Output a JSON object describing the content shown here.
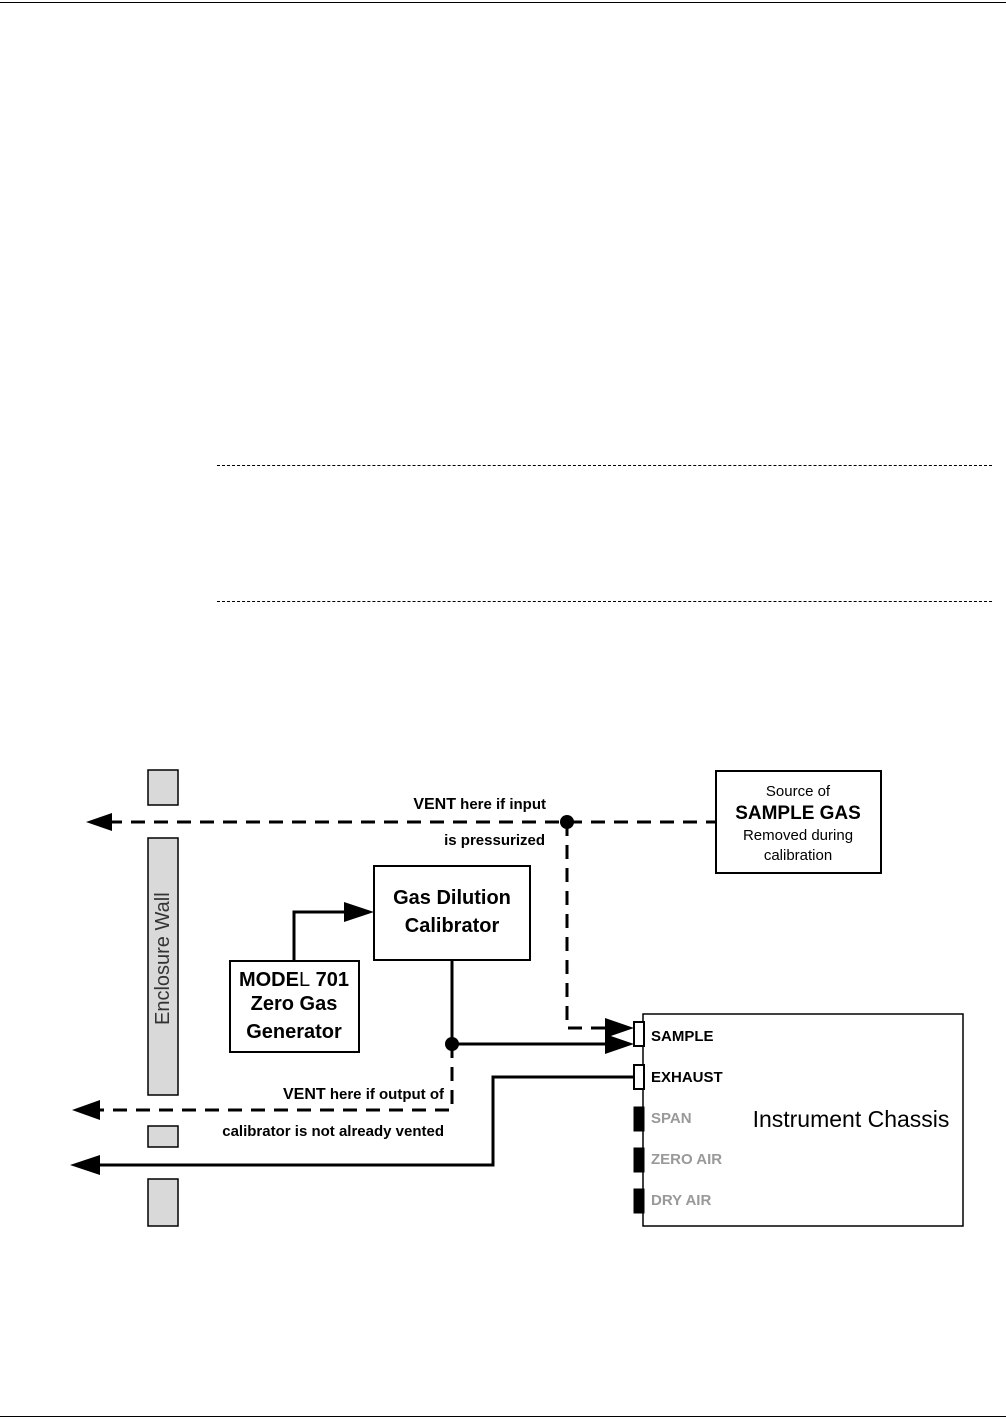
{
  "diagram": {
    "enclosure_wall_label": "Enclosure Wall",
    "source_box": {
      "line1": "Source of",
      "line2": "SAMPLE GAS",
      "line3": "Removed during",
      "line4": "calibration"
    },
    "vent_top": {
      "bold": "VENT",
      "rest": " here if input",
      "line2": "is pressurized"
    },
    "calibrator_box": {
      "line1": "Gas Dilution",
      "line2": "Calibrator"
    },
    "generator_box": {
      "line1a": "MODE",
      "line1b": "L",
      "line1c": " 701",
      "line2": "Zero Gas",
      "line3": "Generator"
    },
    "vent_bottom": {
      "bold": "VENT",
      "rest": " here if output of",
      "line2": "calibrator is not already vented"
    },
    "chassis": {
      "title": "Instrument Chassis",
      "ports": [
        {
          "label": "SAMPLE",
          "active": true
        },
        {
          "label": "EXHAUST",
          "active": true
        },
        {
          "label": "SPAN",
          "active": false
        },
        {
          "label": "ZERO AIR",
          "active": false
        },
        {
          "label": "DRY AIR",
          "active": false
        }
      ]
    },
    "colors": {
      "line": "#000000",
      "wall_fill": "#d9d9d9",
      "inactive_port_text": "#999999"
    }
  }
}
